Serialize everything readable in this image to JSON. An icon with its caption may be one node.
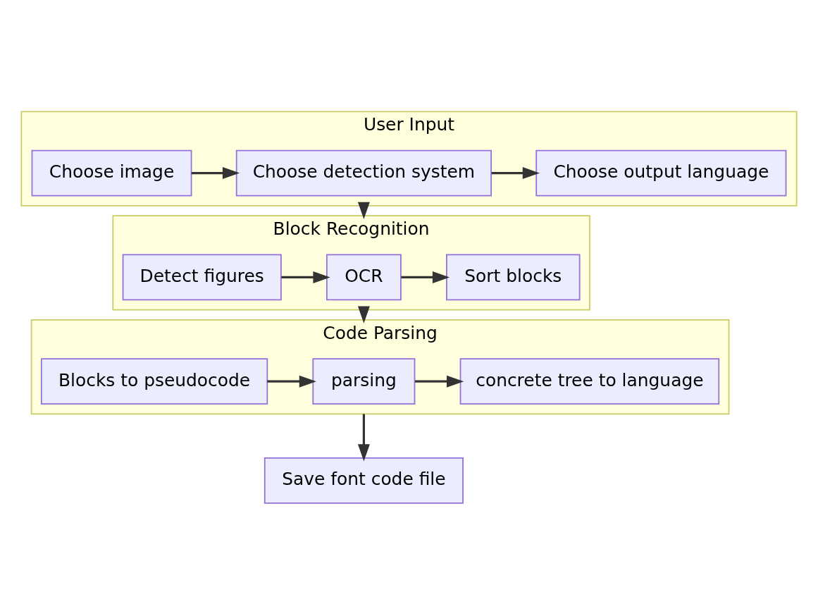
{
  "diagram": {
    "nodes": [
      {
        "text": [
          "User Input"
        ]
      },
      {
        "text": [
          "Choose image"
        ],
        "in": 0
      },
      {
        "text": [
          "Choose detection system"
        ],
        "in": 0
      },
      {
        "text": [
          "Choose output language"
        ],
        "in": 0
      },
      {
        "text": [
          "Block Recognition"
        ]
      },
      {
        "text": [
          "Detect figures"
        ],
        "in": 4
      },
      {
        "text": [
          "OCR"
        ],
        "in": 4
      },
      {
        "text": [
          "Sort blocks"
        ],
        "in": 4
      },
      {
        "text": [
          "Code Parsing"
        ]
      },
      {
        "text": [
          "Blocks to pseudocode"
        ],
        "in": 8
      },
      {
        "text": [
          "parsing"
        ],
        "in": 8
      },
      {
        "text": [
          "concrete tree to language"
        ],
        "in": 8
      },
      {
        "text": [
          "Save font code file"
        ]
      }
    ],
    "edges": [
      {
        "from": 1,
        "to": 2,
        "arrow": "to"
      },
      {
        "from": 2,
        "to": 3,
        "arrow": "to"
      },
      {
        "from": 0,
        "to": 4,
        "arrow": "to"
      },
      {
        "from": 5,
        "to": 6,
        "arrow": "to"
      },
      {
        "from": 6,
        "to": 7,
        "arrow": "to"
      },
      {
        "from": 4,
        "to": 8,
        "arrow": "to"
      },
      {
        "from": 9,
        "to": 10,
        "arrow": "to"
      },
      {
        "from": 10,
        "to": 11,
        "arrow": "to"
      },
      {
        "from": 8,
        "to": 12,
        "arrow": "to"
      }
    ]
  }
}
